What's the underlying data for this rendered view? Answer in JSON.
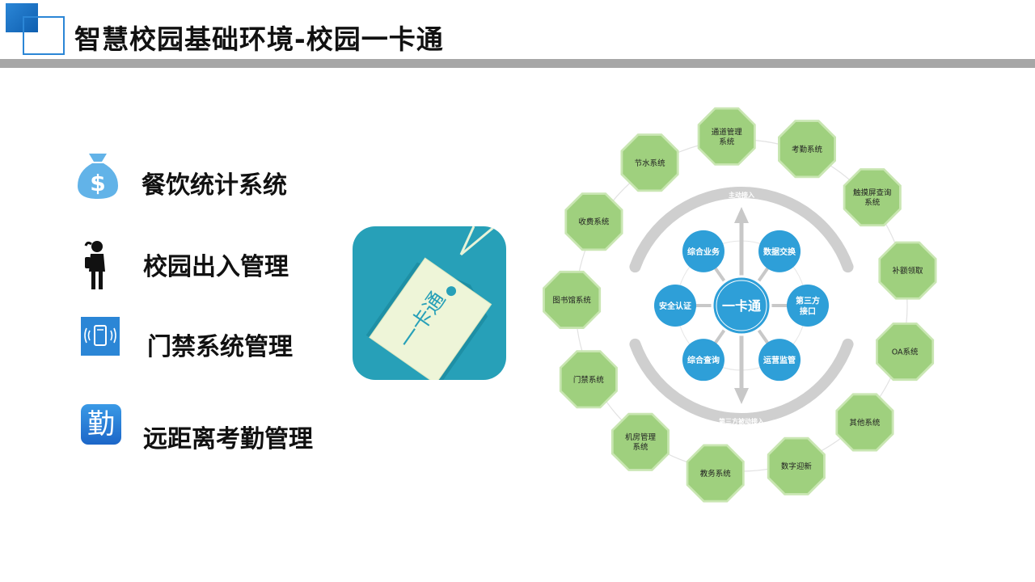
{
  "header": {
    "title": "智慧校园基础环境-校园一卡通"
  },
  "features": [
    {
      "label": "餐饮统计系统",
      "icon": "money-bag-icon"
    },
    {
      "label": "校园出入管理",
      "icon": "student-icon"
    },
    {
      "label": "门禁系统管理",
      "icon": "door-access-icon"
    },
    {
      "label": "远距离考勤管理",
      "icon": "attendance-icon"
    }
  ],
  "attendance_icon_glyph": "勤",
  "card": {
    "text": "一卡通",
    "icon": "card-tag-icon"
  },
  "diagram": {
    "center": "一卡通",
    "inner_nodes": [
      "综合业务",
      "数据交换",
      "第三方接口",
      "运营监管",
      "综合查询",
      "安全认证"
    ],
    "arc_labels": {
      "top": "主动接入",
      "bottom": "第三方被动接入"
    },
    "outer_nodes": [
      "通道管理系统",
      "考勤系统",
      "触摸屏查询系统",
      "补额领取",
      "OA系统",
      "其他系统",
      "数字迎新",
      "教务系统",
      "机房管理系统",
      "门禁系统",
      "图书馆系统",
      "收费系统",
      "节水系统"
    ],
    "colors": {
      "outer": "#9fd07e",
      "outer_border": "#c9e6b2",
      "inner": "#2e9fd8",
      "arc": "#cfcfcf"
    }
  }
}
